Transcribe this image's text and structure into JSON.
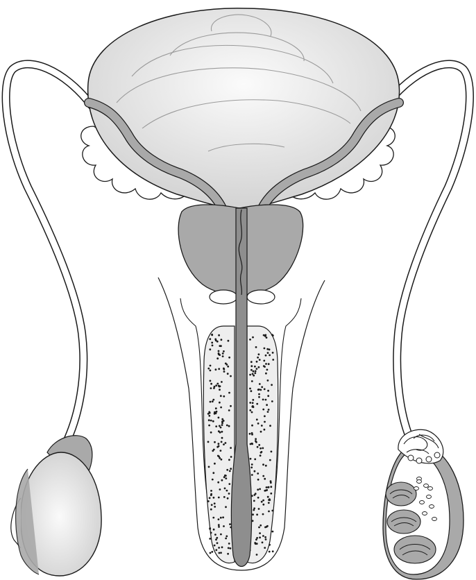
{
  "figure": {
    "colors": {
      "background": "#ffffff",
      "outline": "#1a1a1a",
      "light_fill": "#e8e8e8",
      "highlight": "#f7f7f7",
      "medium_fill": "#a9a9a9",
      "dark_fill": "#8e8e8e",
      "stipple": "#1a1a1a",
      "bladder_rings": "#9a9a9a"
    },
    "parts": [
      "urinary-bladder",
      "ureter-left",
      "ureter-right",
      "seminal-vesicle-left",
      "seminal-vesicle-right",
      "prostate",
      "urethra",
      "bulbourethral-gland-left",
      "bulbourethral-gland-right",
      "corpus-cavernosum-left",
      "corpus-cavernosum-right",
      "corpus-spongiosum",
      "vas-deferens-left",
      "vas-deferens-right",
      "testis-left",
      "epididymis-left",
      "testis-right-section",
      "epididymis-right-section"
    ]
  }
}
